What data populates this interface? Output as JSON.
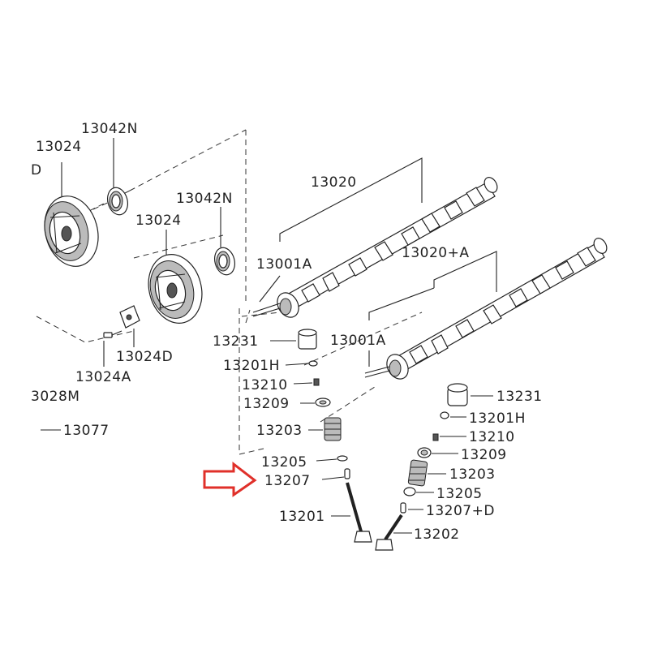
{
  "accent_color": "#e0302a",
  "arrow_icon": "right-arrow-icon",
  "labels": {
    "sprocket_left": "13024",
    "seal_left": "13042N",
    "sprocket_left_edge": "D",
    "seal_right": "13042N",
    "sprocket_right": "13024",
    "camshaft_upper": "13020",
    "camshaft_lower": "13020+A",
    "pin_upper": "13001A",
    "pin_lower": "13001A",
    "plate": "13024D",
    "bolt": "13024A",
    "chain_partial": "3028M",
    "chain_guide": "13077",
    "lifter_left": "13231",
    "shim_left": "13201H",
    "cotter_left": "13210",
    "retainer_left": "13209",
    "spring_left": "13203",
    "seat_left": "13205",
    "oil_seal_left": "13207",
    "valve_left": "13201",
    "lifter_right": "13231",
    "shim_right": "13201H",
    "cotter_right": "13210",
    "retainer_right": "13209",
    "spring_right": "13203",
    "seat_right": "13205",
    "oil_seal_right": "13207+D",
    "valve_right": "13202"
  }
}
